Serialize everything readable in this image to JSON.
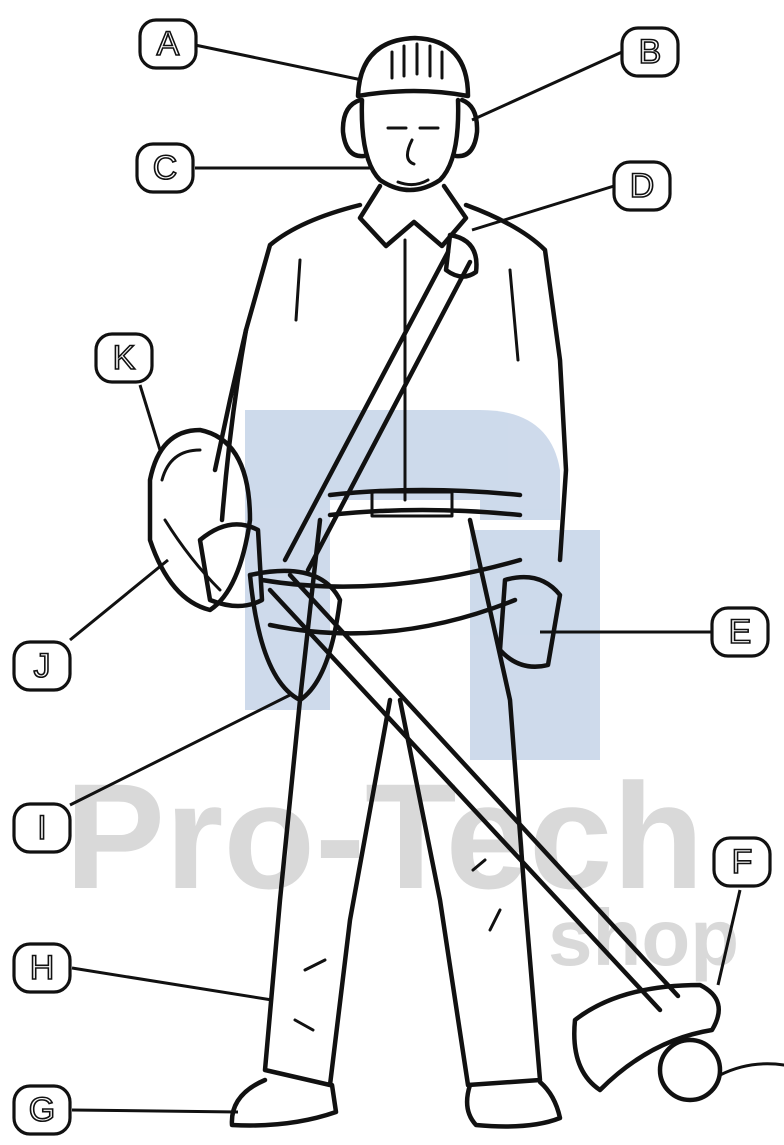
{
  "watermark": {
    "brand": "Pro-Tech",
    "sub": "shop",
    "logo_color": "#c5d4e8",
    "text_color": "#d9d9d9"
  },
  "callouts": [
    {
      "id": "a",
      "label": "A"
    },
    {
      "id": "b",
      "label": "B"
    },
    {
      "id": "c",
      "label": "C"
    },
    {
      "id": "d",
      "label": "D"
    },
    {
      "id": "e",
      "label": "E"
    },
    {
      "id": "f",
      "label": "F"
    },
    {
      "id": "g",
      "label": "G"
    },
    {
      "id": "h",
      "label": "H"
    },
    {
      "id": "i",
      "label": "I"
    },
    {
      "id": "j",
      "label": "J"
    },
    {
      "id": "k",
      "label": "K"
    }
  ],
  "colors": {
    "line": "#111111",
    "background": "#ffffff"
  }
}
